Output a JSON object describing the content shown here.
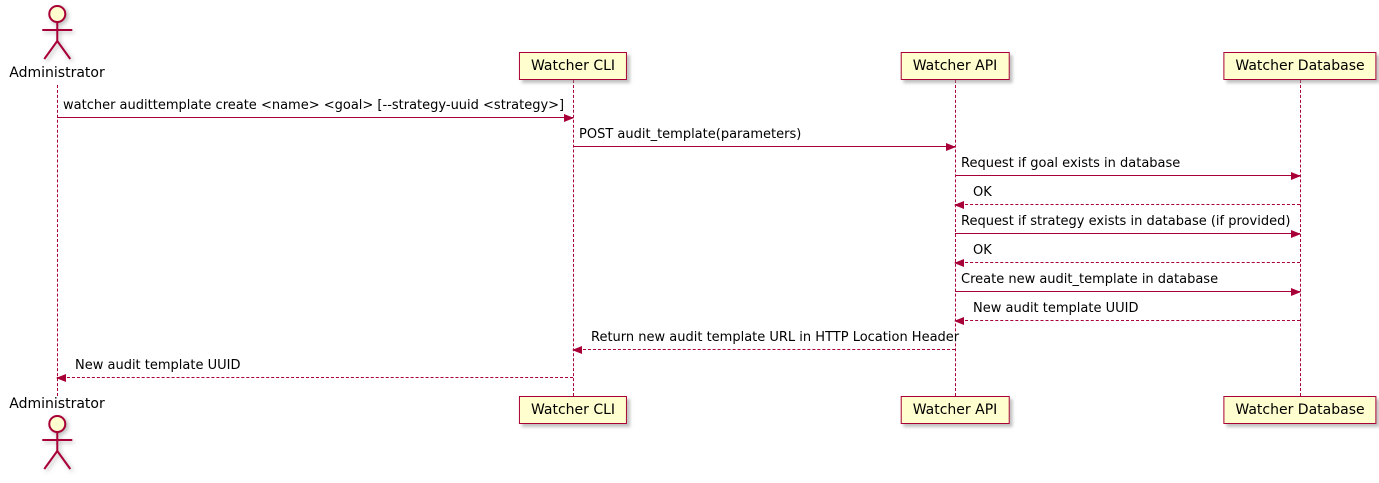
{
  "diagram": {
    "type": "sequence-diagram",
    "colors": {
      "stroke": "#A80036",
      "participant_fill": "#FEFECE",
      "text": "#000000",
      "background": "#ffffff"
    }
  },
  "actor": {
    "label": "Administrator"
  },
  "participants": [
    {
      "id": "watcher-cli",
      "label": "Watcher CLI"
    },
    {
      "id": "watcher-api",
      "label": "Watcher API"
    },
    {
      "id": "watcher-database",
      "label": "Watcher Database"
    }
  ],
  "messages": [
    {
      "from": "Administrator",
      "to": "Watcher CLI",
      "style": "solid",
      "label": "watcher audittemplate create <name> <goal> [--strategy-uuid <strategy>]"
    },
    {
      "from": "Watcher CLI",
      "to": "Watcher API",
      "style": "solid",
      "label": "POST audit_template(parameters)"
    },
    {
      "from": "Watcher API",
      "to": "Watcher Database",
      "style": "solid",
      "label": "Request if goal exists in database"
    },
    {
      "from": "Watcher Database",
      "to": "Watcher API",
      "style": "dashed",
      "label": "OK"
    },
    {
      "from": "Watcher API",
      "to": "Watcher Database",
      "style": "solid",
      "label": "Request if strategy exists in database (if provided)"
    },
    {
      "from": "Watcher Database",
      "to": "Watcher API",
      "style": "dashed",
      "label": "OK"
    },
    {
      "from": "Watcher API",
      "to": "Watcher Database",
      "style": "solid",
      "label": "Create new audit_template in database"
    },
    {
      "from": "Watcher Database",
      "to": "Watcher API",
      "style": "dashed",
      "label": "New audit template UUID"
    },
    {
      "from": "Watcher API",
      "to": "Watcher CLI",
      "style": "dashed",
      "label": "Return new audit template URL in HTTP Location Header"
    },
    {
      "from": "Watcher CLI",
      "to": "Administrator",
      "style": "dashed",
      "label": "New audit template UUID"
    }
  ]
}
